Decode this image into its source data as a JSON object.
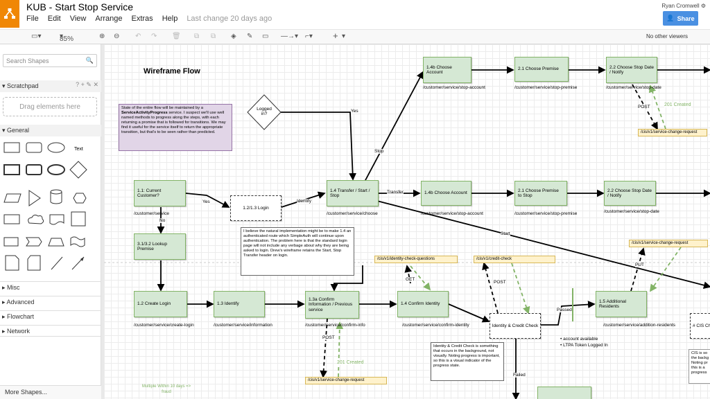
{
  "app": {
    "title": "KUB - Start Stop Service",
    "menu": [
      "File",
      "Edit",
      "View",
      "Arrange",
      "Extras",
      "Help"
    ],
    "last_change": "Last change 20 days ago",
    "user": "Ryan Cromwell",
    "share_label": "Share",
    "brand_color": "#f08705",
    "share_color": "#4a90e2"
  },
  "toolbar": {
    "zoom": "85%",
    "viewers": "No other viewers"
  },
  "sidebar": {
    "search_placeholder": "Search Shapes",
    "scratchpad": "Scratchpad",
    "scratchpad_icons": "? + ✎ ✕",
    "drag_hint": "Drag elements here",
    "general": "General",
    "text_shape": "Text",
    "sections": [
      "Misc",
      "Advanced",
      "Flowchart",
      "Network"
    ],
    "more_shapes": "More Shapes..."
  },
  "diagram": {
    "title": "Wireframe Flow",
    "nodes": {
      "choose_account_top": "1.4b Choose Account",
      "choose_premise_top": "2.1 Choose Premise",
      "choose_stop_date_top": "2.2 Choose Stop Date / Notify",
      "logged_in": "Logged in?",
      "current_customer": "1.1: Current Customer?",
      "login": "1.2/1.3 Login",
      "transfer_start_stop": "1.4 Transfer / Start / Stop",
      "choose_account_mid": "1.4b Choose Account",
      "choose_premise_mid": "2.1 Choose Premise to Stop",
      "choose_stop_date_mid": "2.2 Choose Stop Date / Notify",
      "lookup_premise": "3.1/3.2 Lookup Premise",
      "create_login": "1.2 Create Login",
      "identify": "1.3 Identify",
      "confirm_info": "1.3a Confirm Information / Previous service",
      "confirm_identity": "1.4 Confirm Identity",
      "identity_credit_check": "Identity & Credit Check",
      "additional_residents": "1.5 Additional Residents",
      "cis_check": "# CIS Ch"
    },
    "paths": {
      "stop_account_top": "/customer/service/stop-account",
      "stop_premise_top": "/customer/service/stop-premise",
      "stop_date_top": "/customer/service/stop-date",
      "service_top": "/customer/service",
      "choose": "/customer/service/choose",
      "stop_account_mid": "/customer/service/stop-account",
      "stop_premise_mid": "/customer/service/stop-premise",
      "stop_date_mid": "/customer/service/stop-date",
      "create_login": "/customer/service/create-login",
      "information": "/customer/service/information",
      "confirm_info": "/customer/service/confirm-info",
      "confirm_identity": "/customer/service/confirm-identity",
      "addition_residents": "/customer/service/addition-residents"
    },
    "api": {
      "service_change_top": "/cis/v1/service-change-request",
      "service_change_right": "/cis/v1/service-change-request",
      "identity_questions": "/cis/v1/identity-check-questions",
      "credit_check": "/cis/v1/credit-check",
      "service_change_bottom": "/cis/v1/service-change-request"
    },
    "edge_labels": {
      "yes_logged": "Yes",
      "stop": "Stop",
      "yes": "Yes",
      "no": "No",
      "identify": "Identify",
      "transfer": "Transfer",
      "start": "Start",
      "post_top": "POST",
      "created_top": "201 Created",
      "put": "PUT",
      "get": "GET",
      "post_credit": "POST",
      "passed": "Passed",
      "failed": "Failed",
      "post_bottom": "POST",
      "created_bottom": "201 Created"
    },
    "notes": {
      "state_note_pre": "State of the entire flow will be maintained by a ",
      "state_note_bold": "ServiceActivityProgress",
      "state_note_post": " service. I suspect we'll use well named methods to progress along the steps, with each returning a promise that is followed for transitions. We may find it useful for the service itself to return the appropriate transition, but that's to be seen rather than predicted.",
      "login_note": "I believe the natural implementation might be to make 1.4 an authenticated route which SimpleAuth will continue upon authentication. The problem here is that the standard login page will not include any verbage about why they are being asked to login. Drew's wireframe retains the Start, Stop Transfer header on login.",
      "check_note": "Identity & Credit Check is something that occurs in the background, not visually. Noting progress is important, so this is a visual indicator of the progress state.",
      "residents_bullets": [
        "account available",
        "LTPA Token Logged In"
      ],
      "cis_note": "CIS is so the backg Noting pr this is a progress",
      "multiple": "Multiple Within 10 days => fraud"
    },
    "colors": {
      "node_fill": "#d5e8d4",
      "node_stroke": "#82b366",
      "api_fill": "#fff2cc",
      "api_stroke": "#d6b656",
      "note_fill": "#e1d5e7",
      "note_stroke": "#9673a6"
    }
  }
}
